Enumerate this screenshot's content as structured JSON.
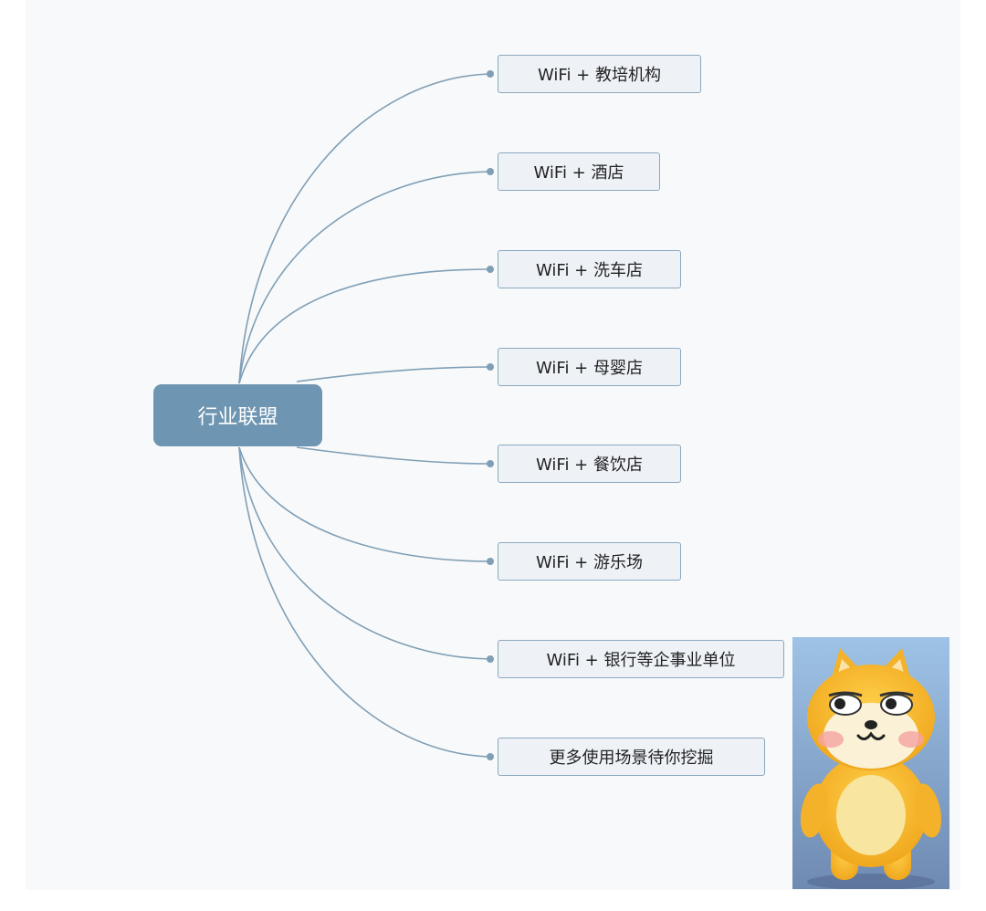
{
  "diagram": {
    "root": {
      "label": "行业联盟"
    },
    "branches": [
      {
        "label": "WiFi + 教培机构"
      },
      {
        "label": "WiFi + 酒店"
      },
      {
        "label": "WiFi + 洗车店"
      },
      {
        "label": "WiFi + 母婴店"
      },
      {
        "label": "WiFi + 餐饮店"
      },
      {
        "label": "WiFi + 游乐场"
      },
      {
        "label": "WiFi + 银行等企事业单位"
      },
      {
        "label": "更多使用场景待你挖掘"
      }
    ]
  },
  "sticker": {
    "icon": "shiba-dog-mascot-icon"
  },
  "colors": {
    "background": "#f8f9fa",
    "root_fill": "#6e95b1",
    "leaf_fill": "#eef2f7",
    "leaf_border": "#8aa8bf",
    "connector": "#7f9fb6"
  }
}
